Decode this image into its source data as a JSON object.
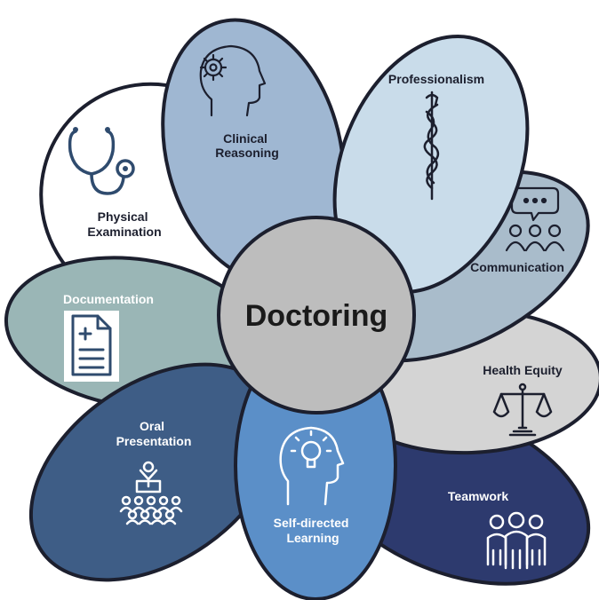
{
  "center": {
    "label": "Doctoring",
    "fill": "#bdbdbd",
    "text_color": "#1a1a1a"
  },
  "outline_color": "#1c1f2e",
  "petals": [
    {
      "id": "physical-examination",
      "label_lines": [
        "Physical",
        "Examination"
      ],
      "fill": "#ffffff",
      "text_color": "#1c1f2e",
      "icon": "stethoscope-icon"
    },
    {
      "id": "clinical-reasoning",
      "label_lines": [
        "Clinical",
        "Reasoning"
      ],
      "fill": "#9fb7d2",
      "text_color": "#1c1f2e",
      "icon": "head-gear-icon"
    },
    {
      "id": "professionalism",
      "label_lines": [
        "Professionalism"
      ],
      "fill": "#c9dcea",
      "text_color": "#1c1f2e",
      "icon": "caduceus-icon"
    },
    {
      "id": "communication",
      "label_lines": [
        "Communication"
      ],
      "fill": "#a9bccb",
      "text_color": "#1c1f2e",
      "icon": "speech-group-icon"
    },
    {
      "id": "health-equity",
      "label_lines": [
        "Health Equity"
      ],
      "fill": "#d4d4d4",
      "text_color": "#1c1f2e",
      "icon": "scales-icon"
    },
    {
      "id": "teamwork",
      "label_lines": [
        "Teamwork"
      ],
      "fill": "#2d3a6e",
      "text_color": "#ffffff",
      "icon": "team-icon"
    },
    {
      "id": "self-directed-learning",
      "label_lines": [
        "Self-directed",
        "Learning"
      ],
      "fill": "#5b8fc8",
      "text_color": "#ffffff",
      "icon": "lightbulb-head-icon"
    },
    {
      "id": "oral-presentation",
      "label_lines": [
        "Oral",
        "Presentation"
      ],
      "fill": "#3e5d86",
      "text_color": "#ffffff",
      "icon": "presenter-icon"
    },
    {
      "id": "documentation",
      "label_lines": [
        "Documentation"
      ],
      "fill": "#9ab6b6",
      "text_color": "#ffffff",
      "icon": "document-icon"
    }
  ]
}
